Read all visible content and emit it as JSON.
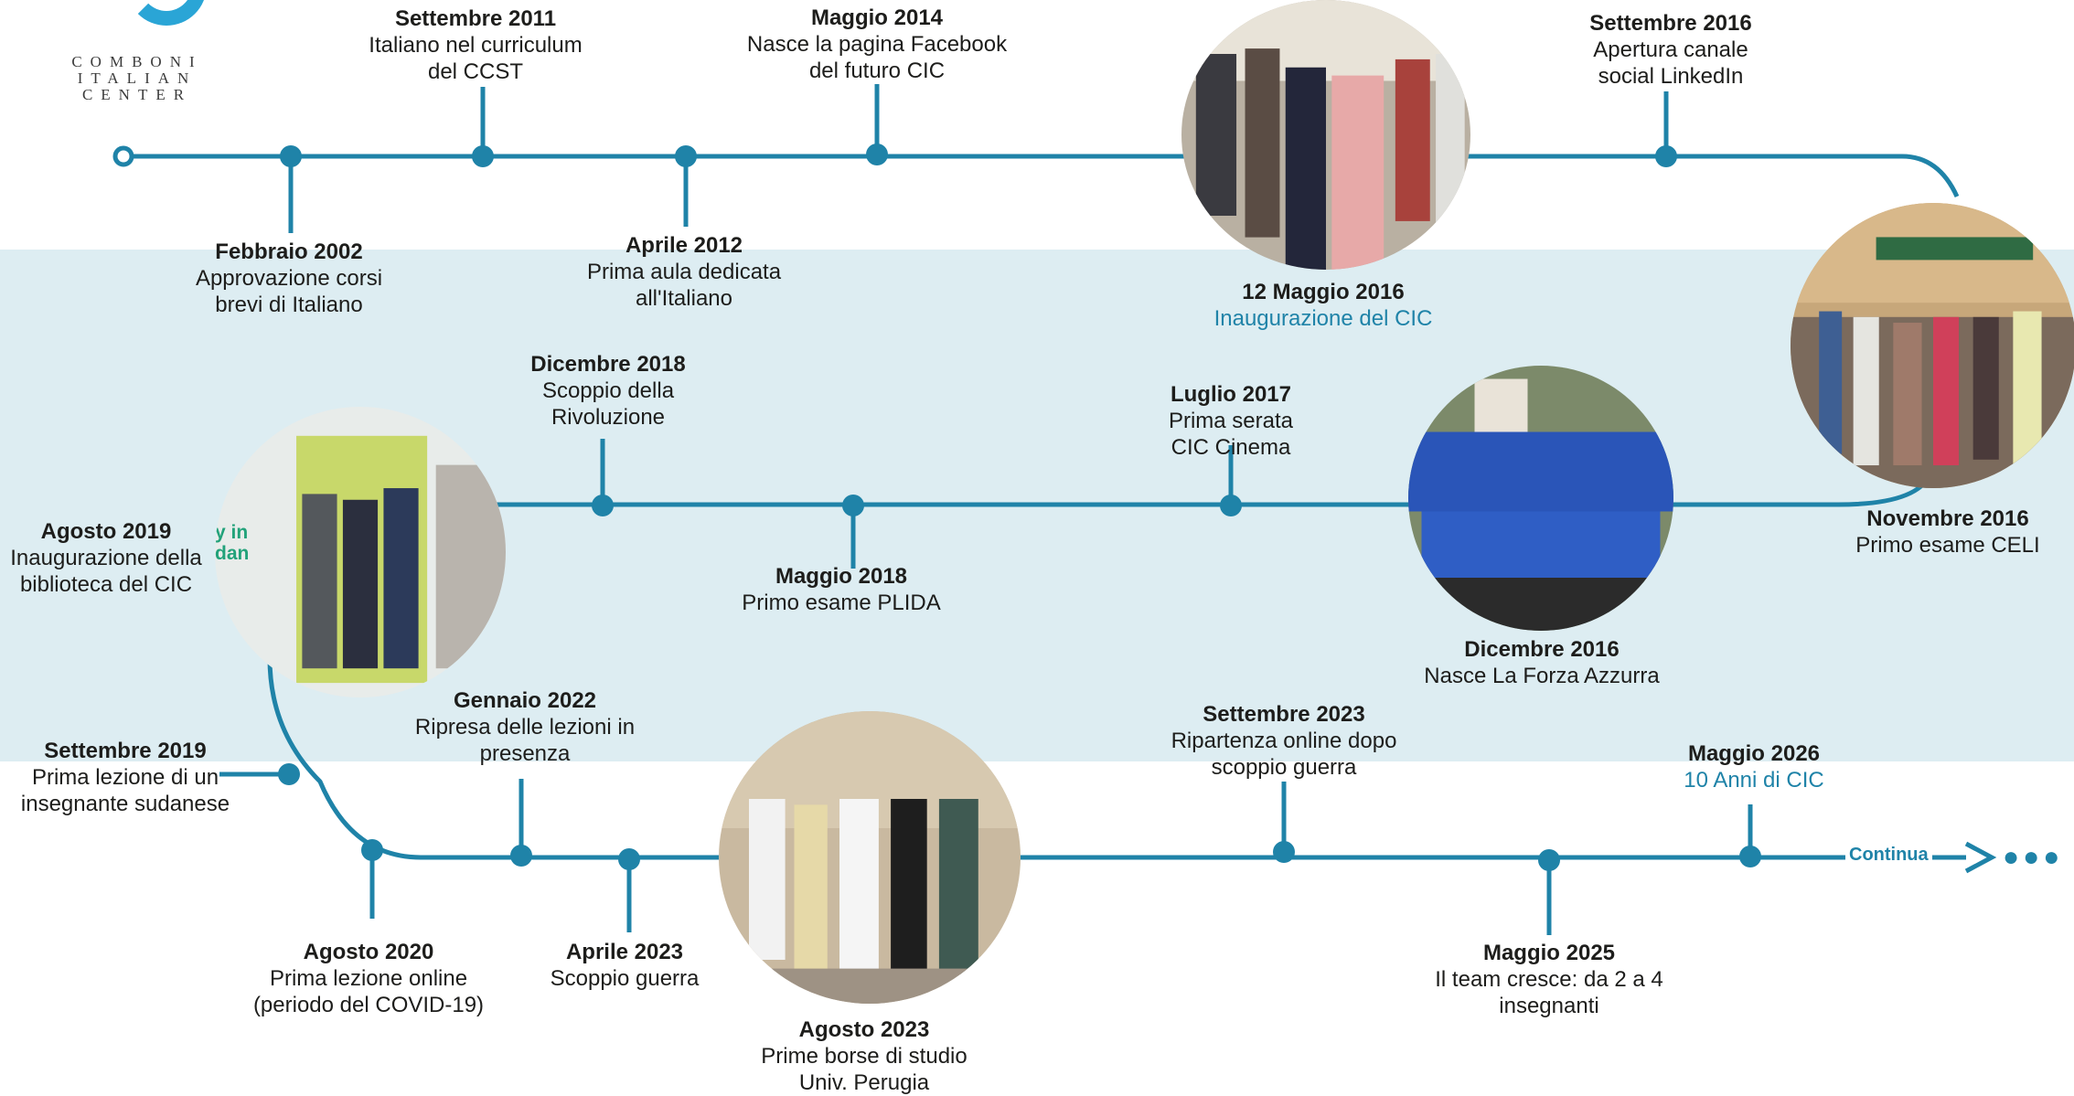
{
  "logo": {
    "line1": "COMBONI",
    "line2": "ITALIAN",
    "line3": "CENTER"
  },
  "colors": {
    "line": "#1f83a8",
    "band": "#ddedf2",
    "highlight": "#1f83a8"
  },
  "events": [
    {
      "date": "Febbraio 2002",
      "text": "Approvazione corsi brevi di Italiano"
    },
    {
      "date": "Settembre 2011",
      "text": "Italiano nel curriculum del CCST"
    },
    {
      "date": "Aprile 2012",
      "text": "Prima aula dedicata all'Italiano"
    },
    {
      "date": "Maggio 2014",
      "text": "Nasce la pagina Facebook del futuro CIC"
    },
    {
      "date": "12 Maggio 2016",
      "text": "Inaugurazione del CIC"
    },
    {
      "date": "Settembre 2016",
      "text": "Apertura canale social LinkedIn"
    },
    {
      "date": "Novembre 2016",
      "text": "Primo esame CELI"
    },
    {
      "date": "Dicembre 2016",
      "text": "Nasce La Forza Azzurra"
    },
    {
      "date": "Luglio 2017",
      "text": "Prima serata CIC Cinema"
    },
    {
      "date": "Maggio 2018",
      "text": "Primo esame PLIDA"
    },
    {
      "date": "Dicembre 2018",
      "text": "Scoppio della Rivoluzione"
    },
    {
      "date": "Agosto 2019",
      "text": "Inaugurazione della biblioteca del CIC"
    },
    {
      "date": "Settembre 2019",
      "text": "Prima lezione di un insegnante sudanese"
    },
    {
      "date": "Agosto 2020",
      "text": "Prima lezione online (periodo del COVID-19)"
    },
    {
      "date": "Gennaio 2022",
      "text": "Ripresa delle lezioni in presenza"
    },
    {
      "date": "Aprile 2023",
      "text": "Scoppio guerra"
    },
    {
      "date": "Agosto 2023",
      "text": "Prime borse di studio Univ. Perugia"
    },
    {
      "date": "Settembre 2023",
      "text": "Ripartenza online dopo scoppio guerra"
    },
    {
      "date": "Maggio 2025",
      "text": "Il team cresce: da 2 a 4 insegnanti"
    },
    {
      "date": "Maggio 2026",
      "text": "10 Anni di CIC"
    }
  ],
  "continua": "Continua",
  "photo_sign_text": "y in\ndan"
}
